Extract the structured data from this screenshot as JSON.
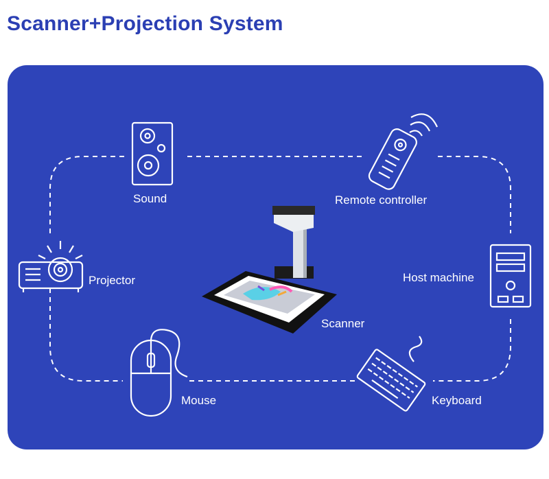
{
  "title": "Scanner+Projection System",
  "colors": {
    "title": "#2b3fb3",
    "panel": "#2e44b9",
    "line": "#ffffff"
  },
  "nodes": {
    "sound": {
      "label": "Sound",
      "icon": "speaker-icon"
    },
    "remote": {
      "label": "Remote controller",
      "icon": "remote-control-icon"
    },
    "projector": {
      "label": "Projector",
      "icon": "projector-icon"
    },
    "host": {
      "label": "Host machine",
      "icon": "pc-tower-icon"
    },
    "scanner": {
      "label": "Scanner",
      "icon": "overhead-scanner-image"
    },
    "mouse": {
      "label": "Mouse",
      "icon": "mouse-icon"
    },
    "keyboard": {
      "label": "Keyboard",
      "icon": "keyboard-icon"
    }
  }
}
